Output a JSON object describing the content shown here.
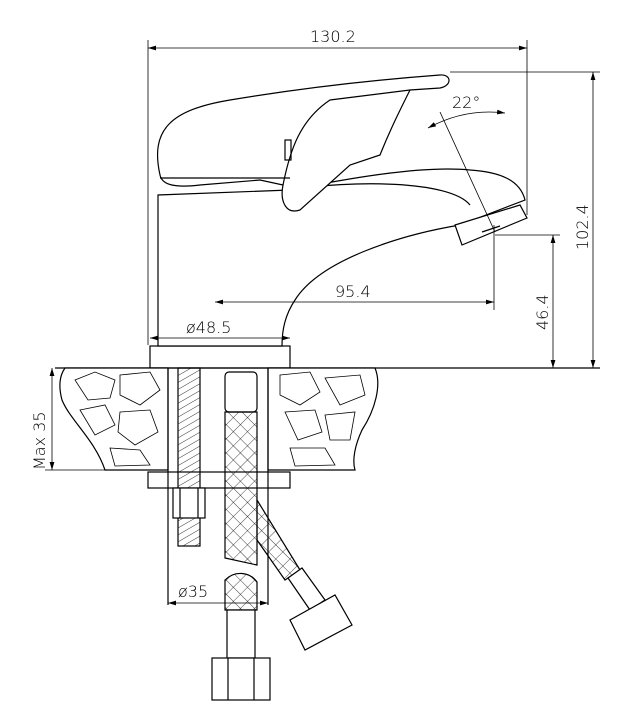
{
  "drawing": {
    "title": "Faucet technical drawing",
    "dimensions": {
      "overall_length": "130.2",
      "handle_angle": "22°",
      "overall_height": "102.4",
      "spout_reach": "95.4",
      "spout_height": "46.4",
      "base_diameter": "ø48.5",
      "max_countertop_thickness": "Max 35",
      "hole_diameter": "ø35"
    }
  }
}
